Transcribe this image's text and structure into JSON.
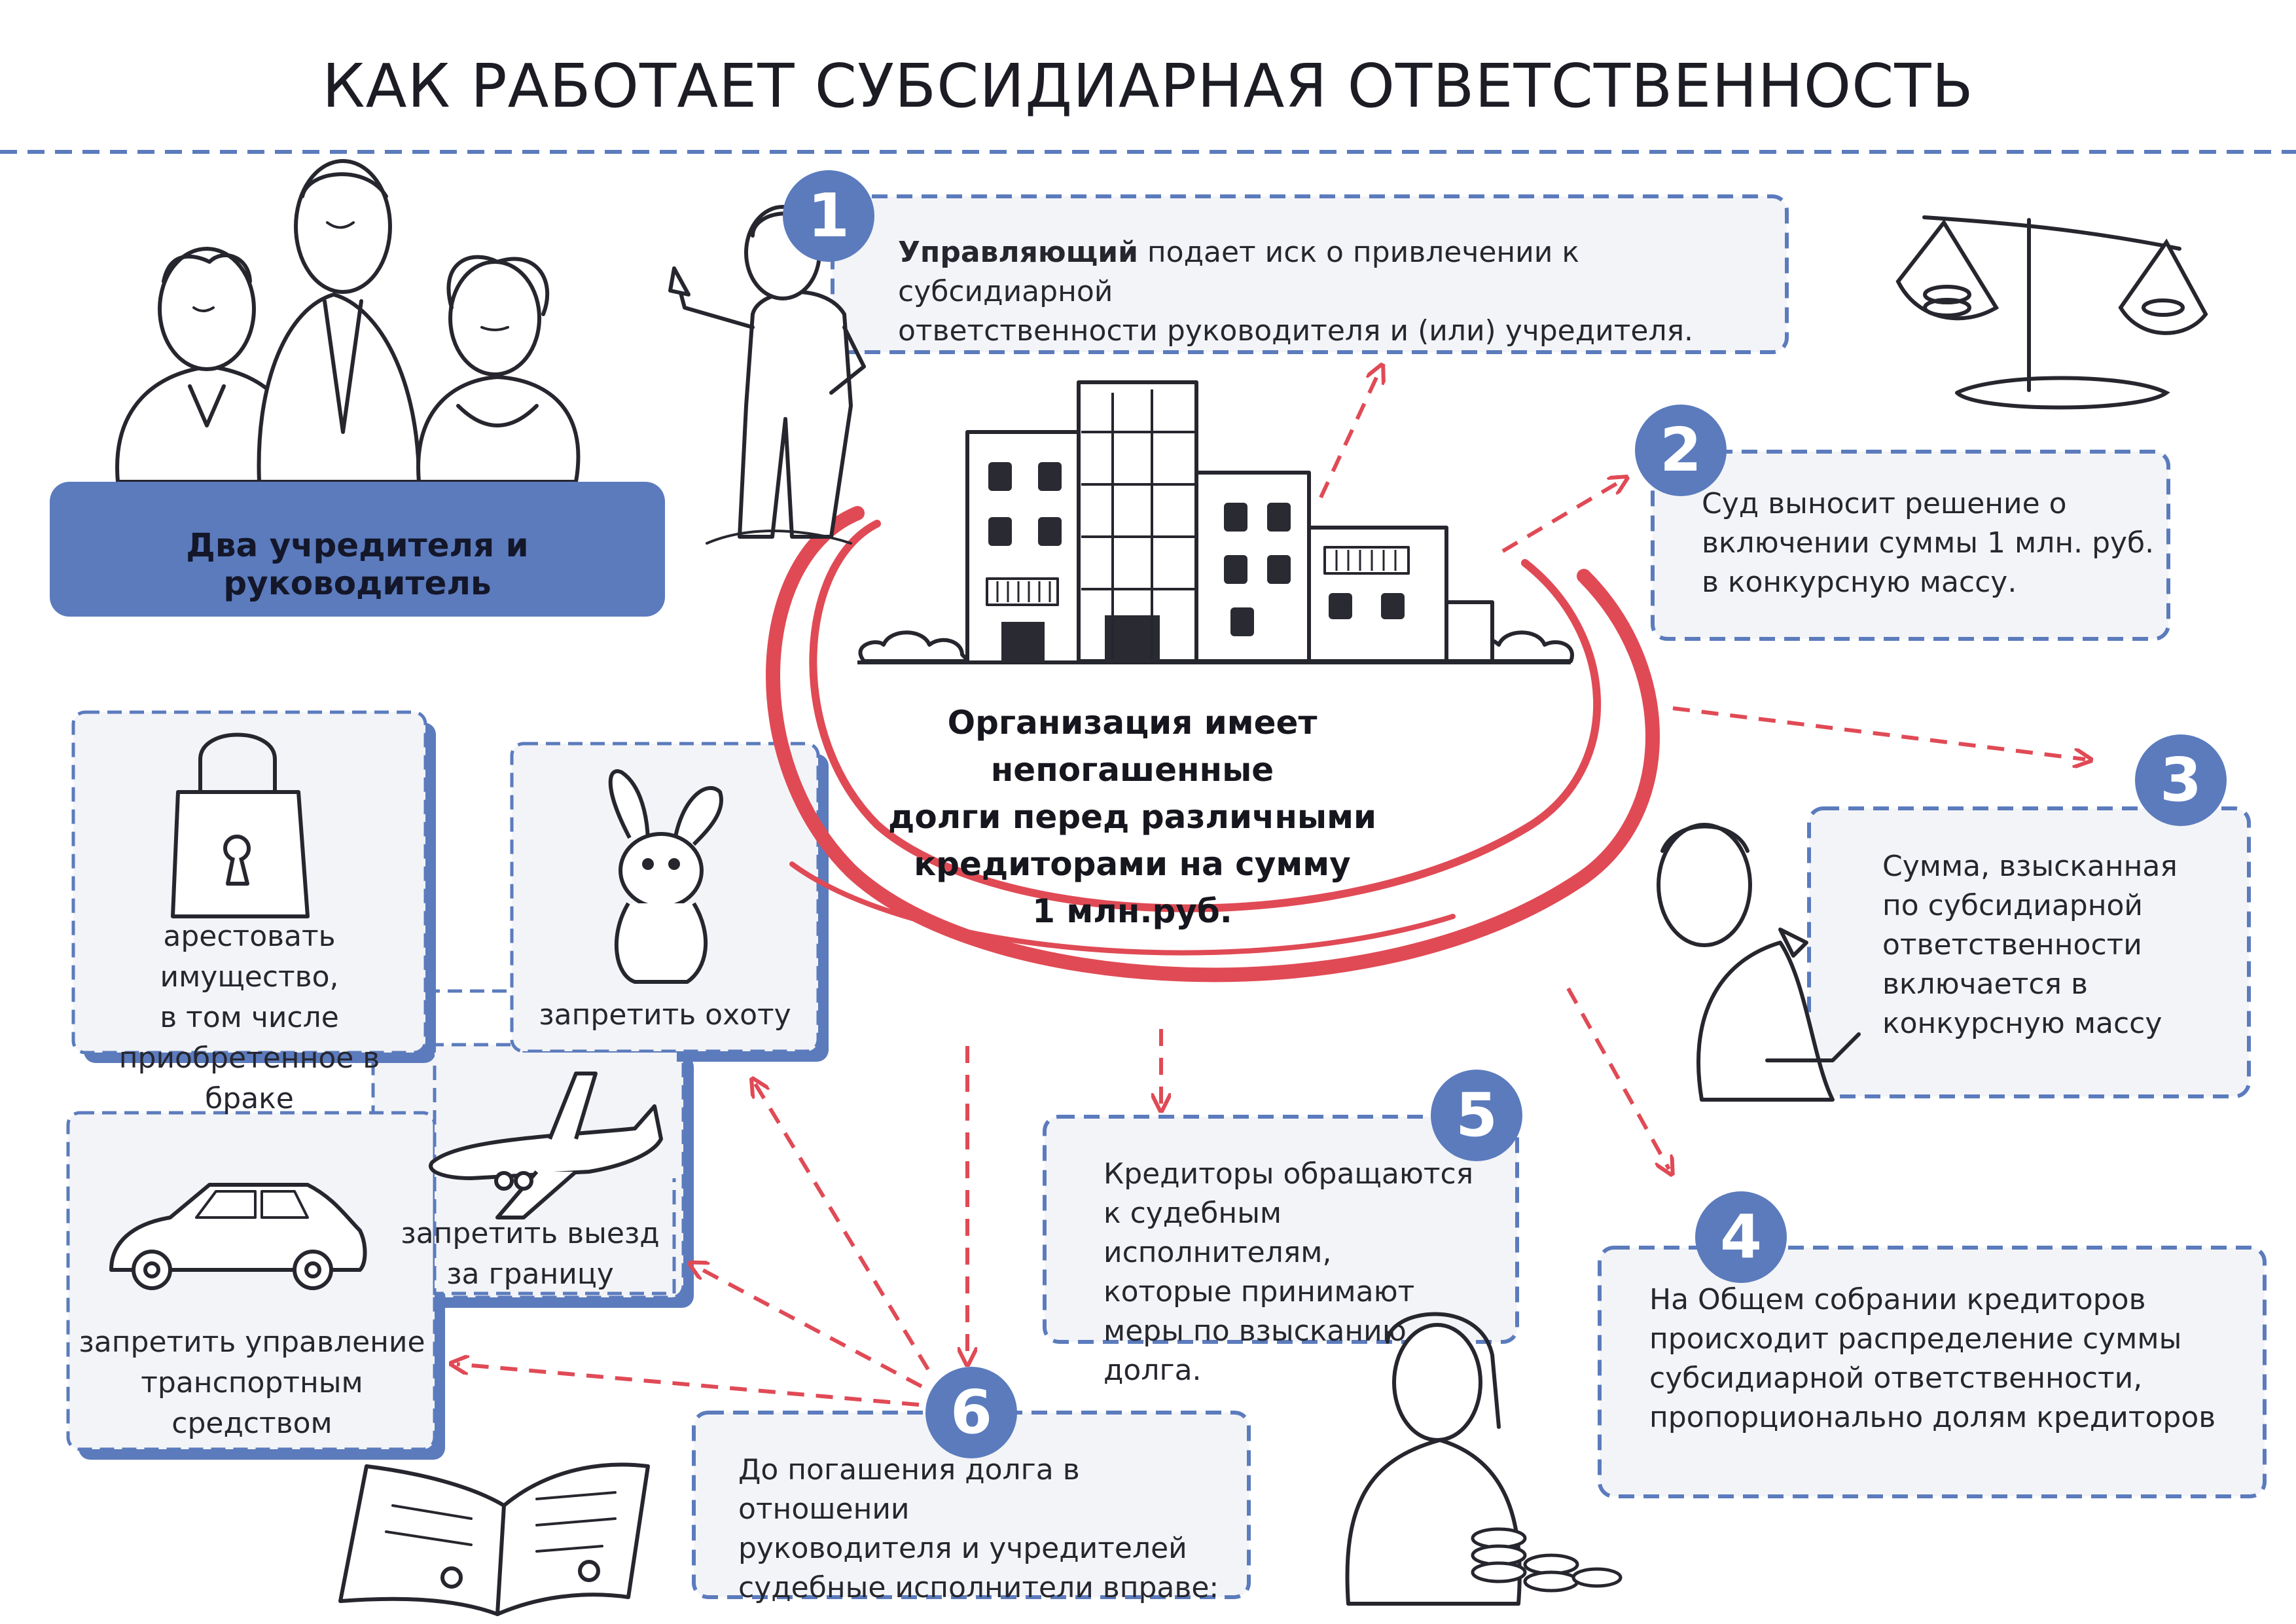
{
  "title": "КАК РАБОТАЕТ СУБСИДИАРНАЯ ОТВЕТСТВЕННОСТЬ",
  "founders_label": "Два учредителя и  руководитель",
  "center_text": [
    "Организация имеет непогашенные",
    "долги перед различными",
    "кредиторами на сумму",
    "1 млн.руб."
  ],
  "steps": [
    {
      "number": "1",
      "bold": "Управляющий",
      "lines": [
        " подает иск о привлечении к субсидиарной",
        "ответственности руководителя и (или) учредителя."
      ]
    },
    {
      "number": "2",
      "lines": [
        "Суд выносит решение о",
        "включении суммы 1 млн. руб.",
        " в конкурсную массу."
      ]
    },
    {
      "number": "3",
      "lines": [
        "Сумма, взысканная",
        "по субсидиарной",
        "ответственности",
        "включается в",
        "конкурсную массу"
      ]
    },
    {
      "number": "4",
      "lines": [
        "На Общем собрании кредиторов",
        "происходит распределение суммы",
        "субсидиарной ответственности,",
        "пропорционально долям кредиторов"
      ]
    },
    {
      "number": "5",
      "lines": [
        "Кредиторы обращаются",
        "к судебным исполнителям,",
        "которые принимают",
        "меры по взысканию долга."
      ]
    },
    {
      "number": "6",
      "lines": [
        "До погашения долга в отношении",
        "руководителя и учредителей",
        " судебные исполнители вправе:"
      ]
    }
  ],
  "measures": {
    "property": [
      "арестовать имущество,",
      "в том числе",
      "приобретенное в браке"
    ],
    "hunting": [
      "запретить охоту"
    ],
    "travel": [
      "запретить выезд",
      "за границу"
    ],
    "driving": [
      "запретить управление",
      "транспортным",
      "средством"
    ]
  },
  "colors": {
    "blue": "#5b7bbd",
    "red": "#e04a55",
    "panel": "#f3f4f7",
    "ink": "#26262e"
  }
}
